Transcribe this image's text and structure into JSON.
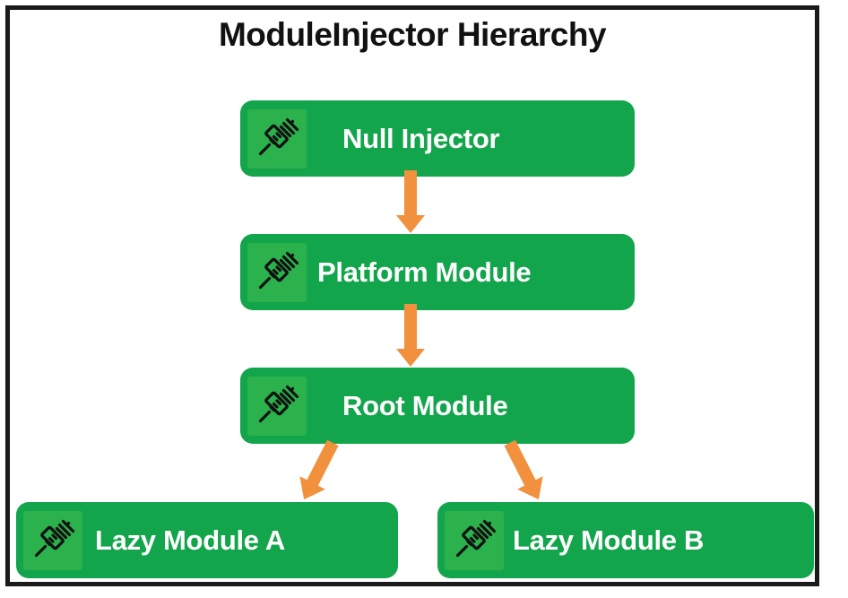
{
  "diagram": {
    "title": "ModuleInjector Hierarchy",
    "colors": {
      "node_green": "#13a54b",
      "icon_square_green": "#2bb24c",
      "arrow_orange": "#f1913d",
      "frame_black": "#1a1a1a",
      "label_white": "#ffffff",
      "title_black": "#111111",
      "background": "#ffffff"
    },
    "nodes": [
      {
        "id": "null-injector",
        "label": "Null Injector",
        "icon": "syringe-icon",
        "level": 0
      },
      {
        "id": "platform-module",
        "label": "Platform Module",
        "icon": "syringe-icon",
        "level": 1
      },
      {
        "id": "root-module",
        "label": "Root Module",
        "icon": "syringe-icon",
        "level": 2
      },
      {
        "id": "lazy-module-a",
        "label": "Lazy Module A",
        "icon": "syringe-icon",
        "level": 3
      },
      {
        "id": "lazy-module-b",
        "label": "Lazy Module B",
        "icon": "syringe-icon",
        "level": 3
      }
    ],
    "edges": [
      {
        "id": "null-to-platform",
        "from": "null-injector",
        "to": "platform-module",
        "direction": "down"
      },
      {
        "id": "platform-to-root",
        "from": "platform-module",
        "to": "root-module",
        "direction": "down"
      },
      {
        "id": "root-to-lazy-a",
        "from": "root-module",
        "to": "lazy-module-a",
        "direction": "down-left"
      },
      {
        "id": "root-to-lazy-b",
        "from": "root-module",
        "to": "lazy-module-b",
        "direction": "down-right"
      }
    ]
  }
}
